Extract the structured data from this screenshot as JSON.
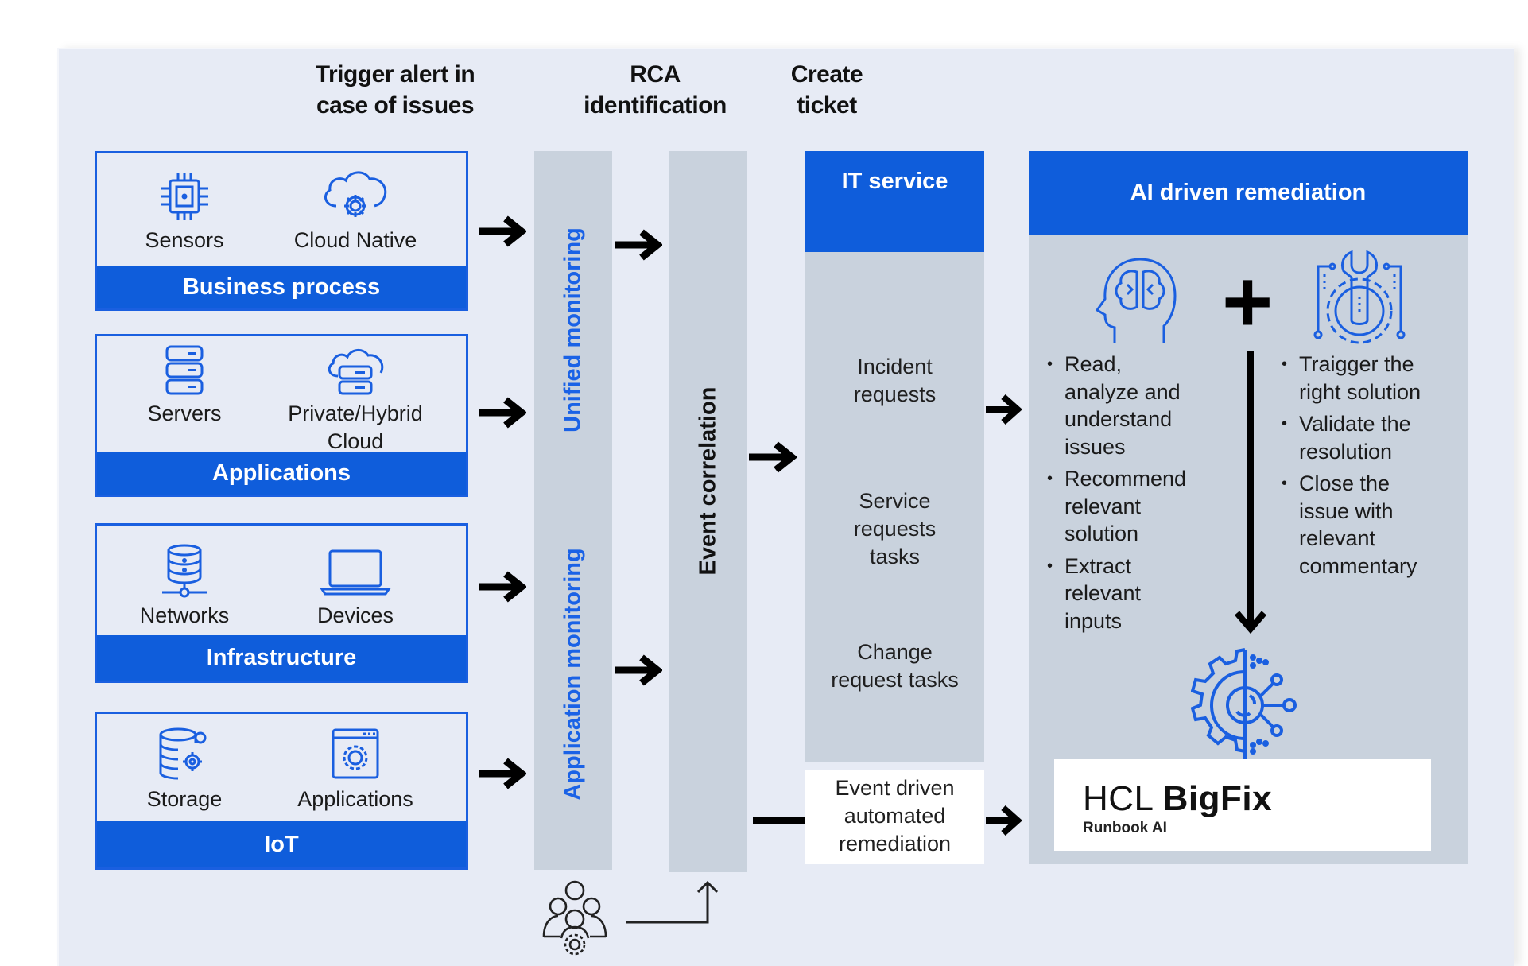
{
  "stages": {
    "trigger": [
      "Trigger alert in",
      "case of issues"
    ],
    "rca": [
      "RCA",
      "identification"
    ],
    "ticket": [
      "Create",
      "ticket"
    ]
  },
  "sources": [
    {
      "title": "Business process",
      "items": [
        {
          "label": "Sensors",
          "icon": "chip-icon"
        },
        {
          "label": "Cloud Native",
          "icon": "cloud-gear-icon"
        }
      ]
    },
    {
      "title": "Applications",
      "items": [
        {
          "label": "Servers",
          "icon": "server-stack-icon"
        },
        {
          "label": "Private/Hybrid Cloud",
          "label_lines": [
            "Private/Hybrid",
            "Cloud"
          ],
          "icon": "cloud-server-icon"
        }
      ]
    },
    {
      "title": "Infrastructure",
      "items": [
        {
          "label": "Networks",
          "icon": "network-database-icon"
        },
        {
          "label": "Devices",
          "icon": "laptop-icon"
        }
      ]
    },
    {
      "title": "IoT",
      "items": [
        {
          "label": "Storage",
          "icon": "storage-gear-icon"
        },
        {
          "label": "Applications",
          "icon": "app-window-gear-icon"
        }
      ]
    }
  ],
  "monitoring": {
    "unified": "Unified monitoring",
    "application": "Application monitoring"
  },
  "event_correlation": "Event correlation",
  "it_service": {
    "title": "IT service",
    "items": [
      [
        "Incident",
        "requests"
      ],
      [
        "Service",
        "requests",
        "tasks"
      ],
      [
        "Change",
        "request tasks"
      ]
    ],
    "event_driven": [
      "Event driven",
      "automated",
      "remediation"
    ]
  },
  "ai_panel": {
    "title": "AI driven remediation",
    "plus_symbol": "+",
    "left_bullets": [
      [
        "Read,",
        "analyze and",
        "understand",
        "issues"
      ],
      [
        "Recommend",
        "relevant",
        "solution"
      ],
      [
        "Extract",
        "relevant",
        "inputs"
      ]
    ],
    "right_bullets": [
      [
        "Traigger the",
        "right solution"
      ],
      [
        "Validate the",
        "resolution"
      ],
      [
        "Close the",
        "issue with",
        "relevant",
        "commentary"
      ]
    ],
    "logo": {
      "brand_light": "HCL",
      "brand_bold": "BigFix",
      "subtitle": "Runbook AI"
    }
  },
  "colors": {
    "background": "#e7ebf5",
    "accent_blue": "#0f5ddb",
    "column_gray": "#c9d2dd",
    "text_dark": "#111111"
  }
}
